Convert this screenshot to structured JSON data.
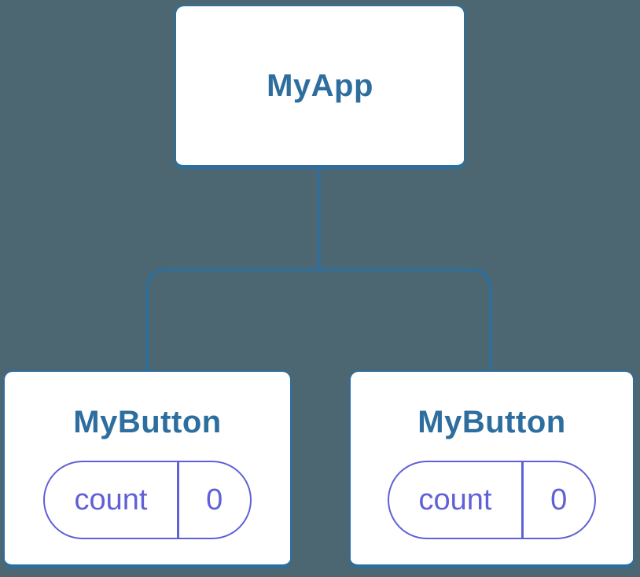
{
  "theme": {
    "background_color": "#4d6772",
    "node_fill_color": "#ffffff",
    "node_border_color": "#2d6e9e",
    "node_title_color": "#2d6e9e",
    "connector_color": "#2d6e9e",
    "state_accent_color": "#6060d8"
  },
  "diagram": {
    "description": "React component tree with isolated state",
    "root": {
      "title": "MyApp"
    },
    "children": [
      {
        "title": "MyButton",
        "state": {
          "name": "count",
          "value": "0"
        }
      },
      {
        "title": "MyButton",
        "state": {
          "name": "count",
          "value": "0"
        }
      }
    ]
  }
}
